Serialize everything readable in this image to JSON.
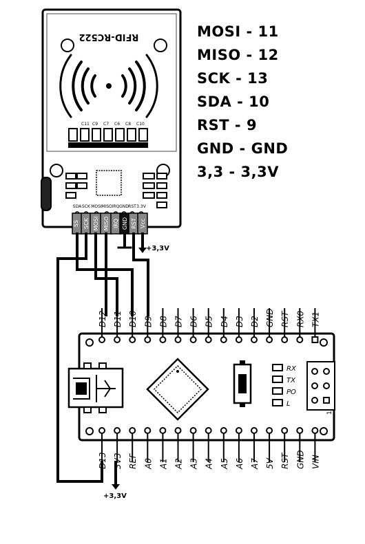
{
  "legend": [
    {
      "text": "MOSI - 11"
    },
    {
      "text": "MISO - 12"
    },
    {
      "text": "SCK - 13"
    },
    {
      "text": "SDA - 10"
    },
    {
      "text": "RST - 9"
    },
    {
      "text": "GND - GND"
    },
    {
      "text": "3,3 - 3,3V"
    }
  ],
  "rfid": {
    "model": "RFID-RC522",
    "board_labels": [
      "SDA",
      "SCK",
      "MOSI",
      "MISO",
      "IRQ",
      "GND",
      "RST",
      "3.3V"
    ],
    "pin_tags": [
      "SS",
      "SCK",
      "MOSI",
      "MISO",
      "IRQ",
      "GND",
      "RST",
      "Vcc"
    ],
    "cap_labels": [
      "C11",
      "C9",
      "C7",
      "C6",
      "C8",
      "C10"
    ]
  },
  "nano": {
    "top_pins": [
      "D12",
      "D11",
      "D10",
      "D9",
      "D8",
      "D7",
      "D6",
      "D5",
      "D4",
      "D3",
      "D2",
      "GND",
      "RST",
      "RX0",
      "TX1"
    ],
    "bottom_pins": [
      "D13",
      "3V3",
      "REF",
      "A0",
      "A1",
      "A2",
      "A3",
      "A4",
      "A5",
      "A6",
      "A7",
      "5V",
      "RST",
      "GND",
      "VIN"
    ],
    "leds": [
      "RX",
      "TX",
      "PO",
      "L"
    ],
    "icsp_number": "1"
  },
  "power_labels": {
    "rfid_vcc": "+3,3V",
    "nano_3v3": "+3,3V"
  }
}
